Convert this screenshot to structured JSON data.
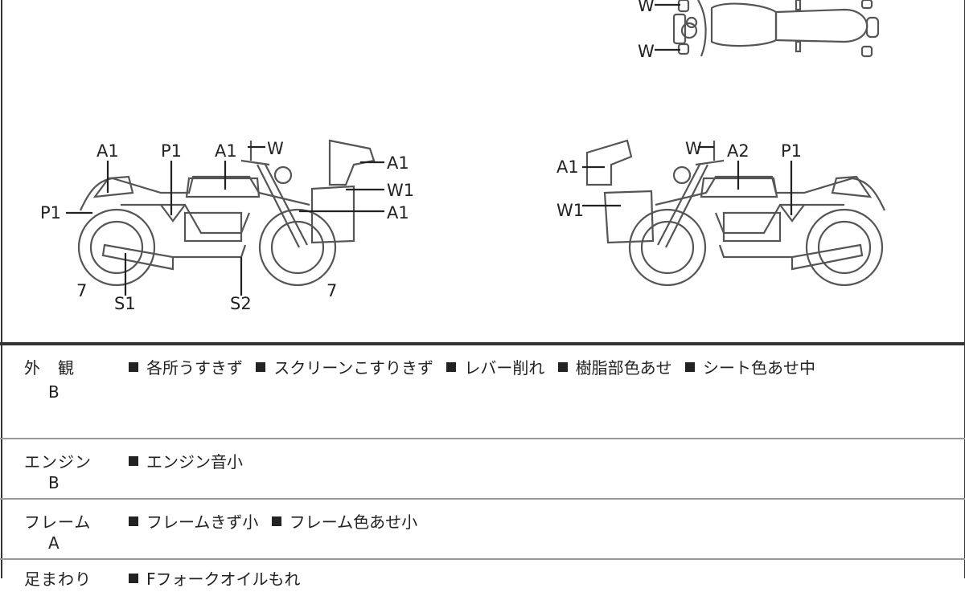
{
  "diagram": {
    "top_view_labels": [
      "W",
      "W"
    ],
    "left_bike_labels": {
      "rear_cowl": "A1",
      "side_cover": "P1",
      "tank": "A1",
      "mirror": "W",
      "screen": "A1",
      "bag": "W1",
      "fork": "A1",
      "rear_fender": "P1",
      "rear_tire": "7",
      "muffler": "S1",
      "exhaust": "S2",
      "front_tire": "7"
    },
    "right_bike_labels": {
      "screen": "A1",
      "bag": "W1",
      "mirror": "W",
      "tank": "A2",
      "side_cover": "P1"
    }
  },
  "rows": [
    {
      "category": "外　観",
      "grade": "B",
      "notes": [
        "各所うすきず",
        "スクリーンこすりきず",
        "レバー削れ",
        "樹脂部色あせ",
        "シート色あせ中"
      ]
    },
    {
      "category": "エンジン",
      "grade": "B",
      "notes": [
        "エンジン音小"
      ]
    },
    {
      "category": "フレーム",
      "grade": "A",
      "notes": [
        "フレームきず小",
        "フレーム色あせ小"
      ]
    },
    {
      "category": "足まわり",
      "grade": "",
      "notes": [
        "Fフォークオイルもれ"
      ]
    }
  ]
}
